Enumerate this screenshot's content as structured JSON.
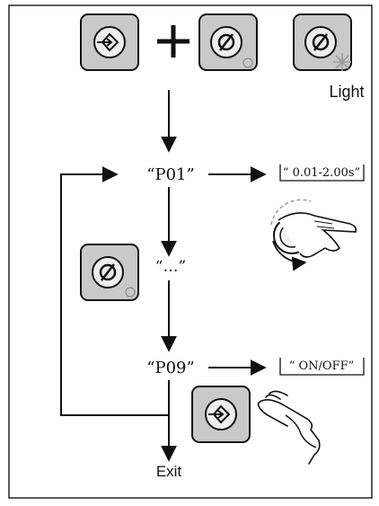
{
  "buttons": {
    "top_left": {
      "icon": "enter-arrow-icon"
    },
    "top_middle": {
      "icon": "null-symbol-icon"
    },
    "top_right": {
      "icon": "null-symbol-icon"
    },
    "side": {
      "icon": "null-symbol-icon"
    },
    "bottom": {
      "icon": "enter-arrow-icon"
    }
  },
  "operator_plus": "+",
  "light_label": "Light",
  "steps": {
    "p01": "“P01”",
    "middle": "“…”",
    "p09": "“P09”"
  },
  "value_boxes": {
    "p01_range": "“ 0.01-2.00s”",
    "p09_range": "“ ON/OFF”"
  },
  "exit_label": "Exit",
  "colors": {
    "button_fill": "#c9c9c9",
    "ink": "#111111",
    "light_star": "#9a9a9a"
  }
}
